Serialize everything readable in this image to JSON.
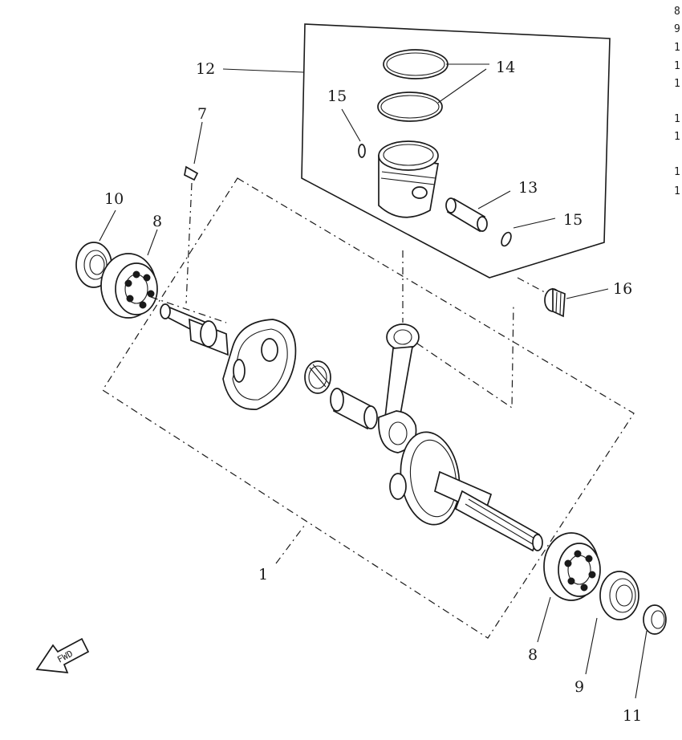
{
  "callouts": {
    "c1": "1",
    "c7": "7",
    "c8a": "8",
    "c8b": "8",
    "c9": "9",
    "c10": "10",
    "c11": "11",
    "c12": "12",
    "c13": "13",
    "c14": "14",
    "c15a": "15",
    "c15b": "15",
    "c16": "16"
  },
  "fwd_badge": "FWD",
  "cropped_index": [
    "8",
    "9",
    "1",
    "1",
    "1",
    "1",
    "1",
    "1",
    "1"
  ]
}
